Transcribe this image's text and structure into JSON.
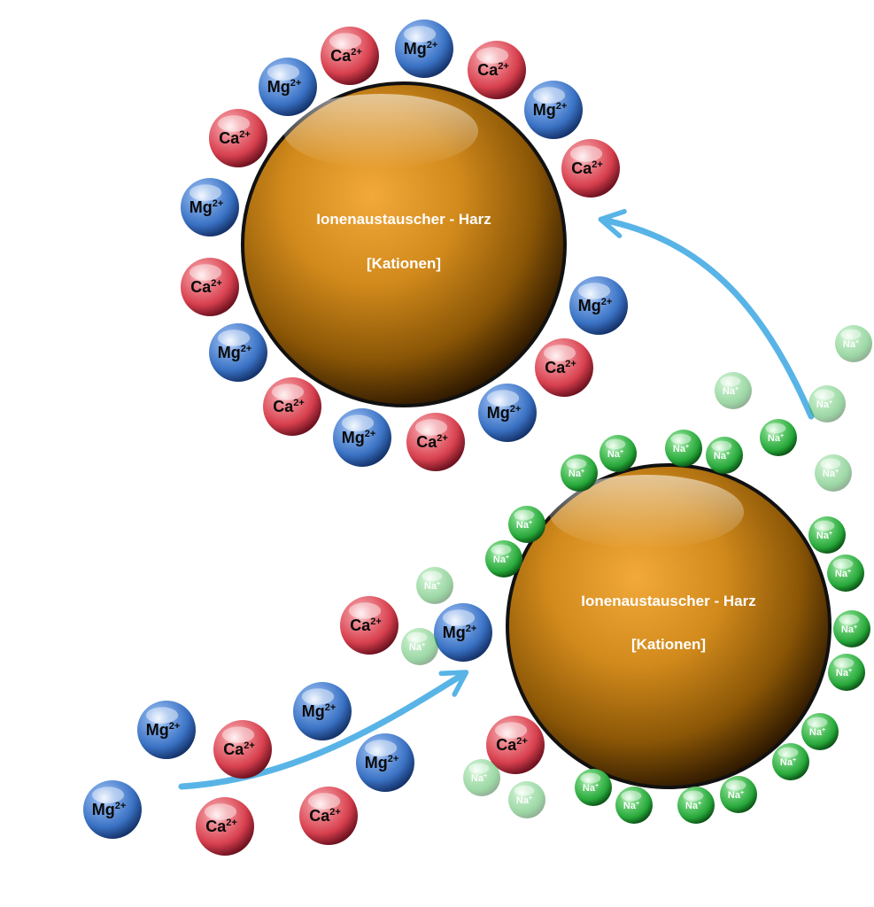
{
  "side_title": "REAKTION",
  "colors": {
    "mg": "#3a72c4",
    "ca": "#d8404e",
    "na": "#27a83a",
    "na_faded": "#86d490",
    "arrow": "#58b4e6",
    "resin": "#a8700c",
    "side_title": "#d4e4f5"
  },
  "labels": {
    "mg": "Mg",
    "mg_charge": "2+",
    "ca": "Ca",
    "ca_charge": "2+",
    "na": "Na",
    "na_charge": "+"
  },
  "resins": [
    {
      "line1": "Ionenaustauscher - Harz",
      "line2": "[Kationen]"
    },
    {
      "line1": "Ionenaustauscher - Harz",
      "line2": "[Kationen]"
    }
  ]
}
